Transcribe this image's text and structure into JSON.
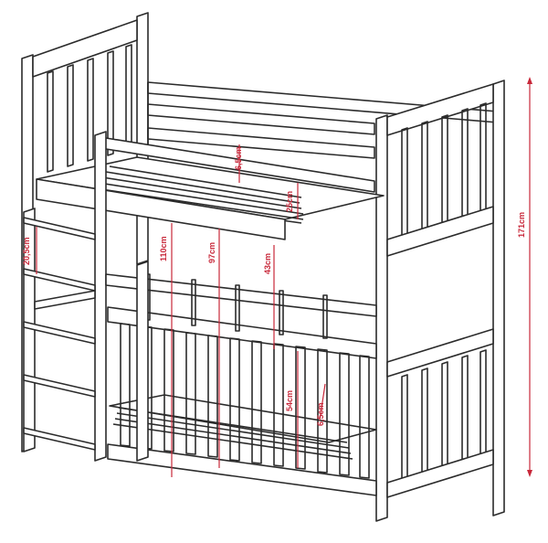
{
  "dimensions": {
    "total_height": "171cm",
    "inner_height": "110cm",
    "lower_bed_height": "97cm",
    "space_between": "43cm",
    "mattress_depth": "25cm",
    "ladder_step": "20,5cm",
    "slat_gap_top": "6,5cm",
    "slat_gap_bottom": "6,5cm",
    "rail_height": "54cm"
  },
  "colors": {
    "dimension_lines": "#c8283a",
    "outline": "#2b2b2b",
    "background": "#ffffff"
  }
}
